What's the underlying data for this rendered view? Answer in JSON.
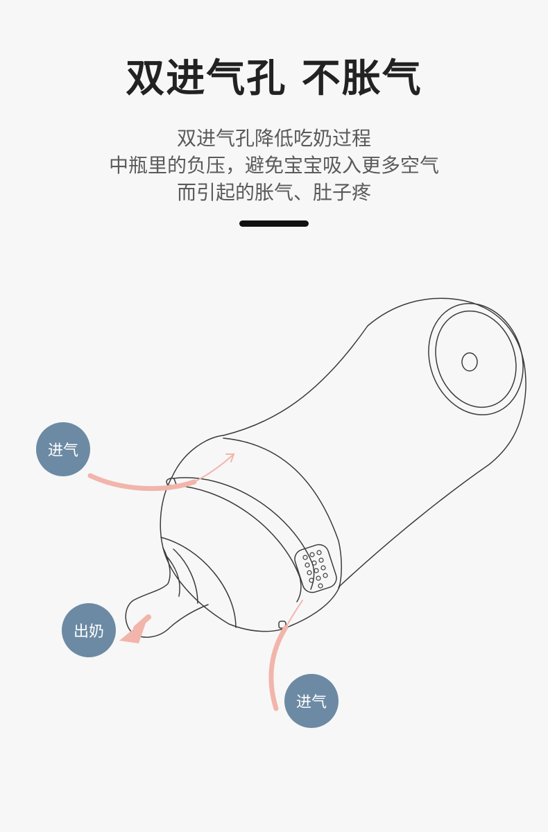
{
  "title": "双进气孔 不胀气",
  "description": [
    "双进气孔降低吃奶过程",
    "中瓶里的负压，避免宝宝吸入更多空气",
    "而引起的胀气、肚子疼"
  ],
  "labels": {
    "air_in_top": "进气",
    "milk_out": "出奶",
    "air_in_bottom": "进气"
  },
  "colors": {
    "badge": "#6c8aa3",
    "arrow": "#f2b5ab",
    "line": "#3a3a3a"
  }
}
